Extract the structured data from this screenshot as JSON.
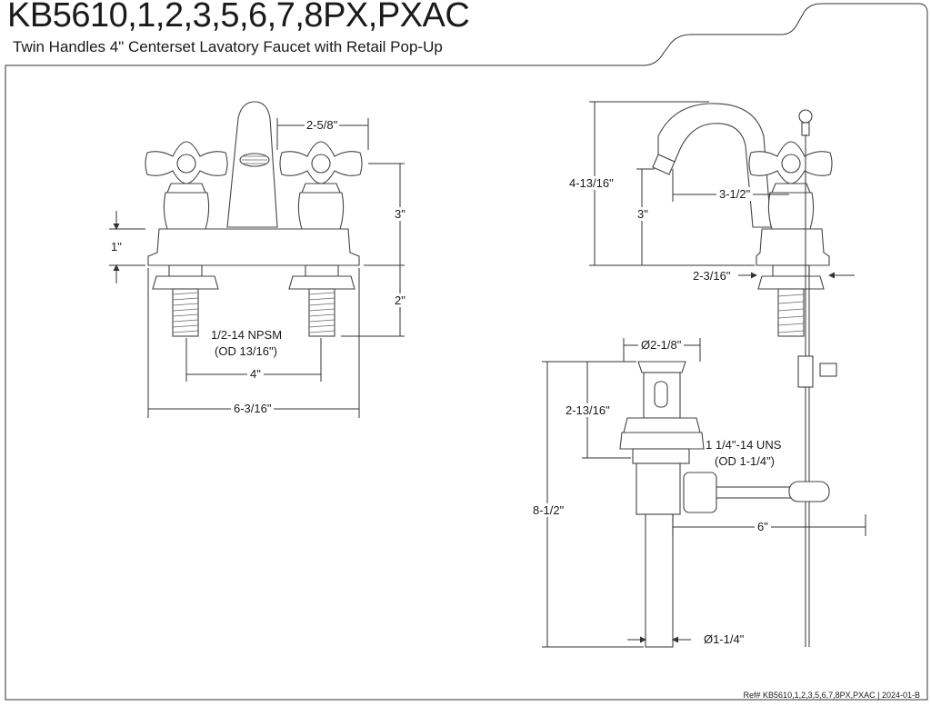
{
  "header": {
    "model": "KB5610,1,2,3,5,6,7,8PX,PXAC",
    "description": "Twin Handles 4\" Centerset Lavatory Faucet with Retail Pop-Up"
  },
  "footer": {
    "ref": "Ref# KB5610,1,2,3,5,6,7,8PX,PXAC | 2024-01-B"
  },
  "front_view": {
    "dim_handle_offset": "2-5/8\"",
    "dim_deck_thickness": "1\"",
    "dim_height_above_deck": "3\"",
    "dim_shank_length": "2\"",
    "thread_line1": "1/2-14 NPSM",
    "thread_line2": "(OD 13/16\")",
    "dim_centerset": "4\"",
    "dim_overall_width": "6-3/16\""
  },
  "side_view": {
    "dim_overall_height": "4-13/16\"",
    "dim_spout_height": "3\"",
    "dim_spout_reach": "3-1/2\"",
    "dim_base_depth": "2-3/16\""
  },
  "drain_view": {
    "dim_flange_dia": "Ø2-1/8\"",
    "dim_flange_height": "2-13/16\"",
    "thread_line1": "1 1/4\"-14 UNS",
    "thread_line2": "(OD 1-1/4\")",
    "dim_total_length": "8-1/2\"",
    "dim_rod_reach": "6\"",
    "dim_tailpiece_dia": "Ø1-1/4\""
  }
}
